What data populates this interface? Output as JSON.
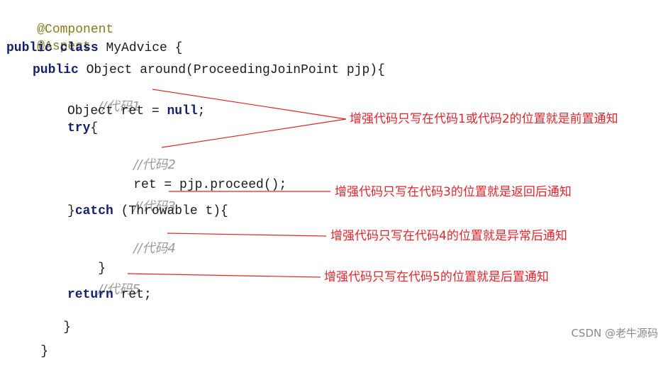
{
  "code": {
    "ann_component": "@Component",
    "ann_aspect": "@Aspect",
    "class_public": "public",
    "class_class": "class",
    "class_rest": " MyAdvice {",
    "method_public": "public",
    "method_rest": " Object around(ProceedingJoinPoint pjp){",
    "comment1": "//代码1",
    "ret_decl_start": "Object ret = ",
    "ret_decl_null": "null",
    "ret_decl_end": ";",
    "try_kw": "try",
    "try_brace": "{",
    "comment2": "//代码2",
    "proceed": "ret = pjp.proceed();",
    "comment3": "//代码3",
    "catch_open": "}",
    "catch_kw": "catch",
    "catch_rest": " (Throwable t){",
    "comment4": "//代码4",
    "catch_close": "}",
    "comment5": "//代码5",
    "return_kw": "return",
    "return_rest": " ret;",
    "method_close": "}",
    "class_close": "}"
  },
  "notes": {
    "before": "增强代码只写在代码1或代码2的位置就是前置通知",
    "after_returning": "增强代码只写在代码3的位置就是返回后通知",
    "after_throwing": "增强代码只写在代码4的位置就是异常后通知",
    "after": "增强代码只写在代码5的位置就是后置通知"
  },
  "watermark": "CSDN @老牛源码",
  "colors": {
    "annotation": "#8c7a20",
    "keyword": "#16206b",
    "comment": "#9a9a9a",
    "note": "#e0262b"
  }
}
